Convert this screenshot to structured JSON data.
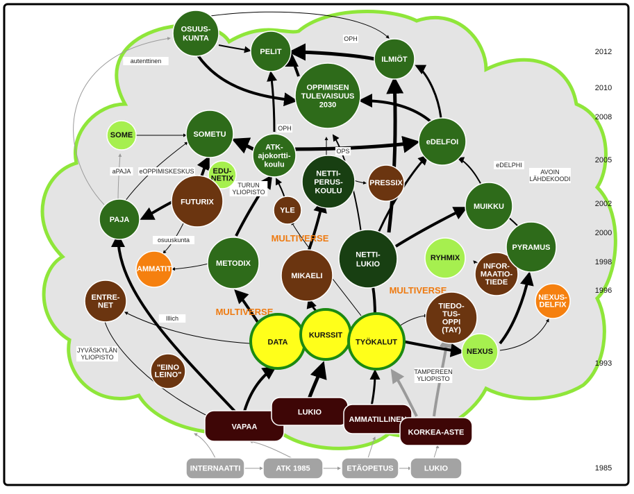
{
  "years": [
    "2012",
    "2010",
    "2008",
    "2005",
    "2002",
    "2000",
    "1998",
    "1996",
    "1993",
    "1985"
  ],
  "region_labels": [
    "MULTIVERSE",
    "MULTIVERSE",
    "MULTIVERSE"
  ],
  "nodes": {
    "osuuskunta": "OSUUS-|KUNTA",
    "pelit": "PELIT",
    "ilmiot": "ILMIÖT",
    "oppimisen": "OPPIMISEN|TULEVAISUUS|2030",
    "some": "SOME",
    "sometu": "SOMETU",
    "atk": "ATK-|ajokortti-|koulu",
    "edunetix": "EDU-|NETIX",
    "nettiperus": "NETTI-|PERUS-|KOULU",
    "pressix": "PRESSIX",
    "edelfoi": "eDELFOI",
    "paja": "PAJA",
    "futurix": "FUTURIX",
    "yle": "YLE",
    "muikku": "MUIKKU",
    "metodix": "METODIX",
    "ammatit": "AMMATIT",
    "mikaeli": "MIKAELI",
    "nettilukio": "NETTI-|LUKIO",
    "ryhmix": "RYHMIX",
    "informaatio": "INFOR-|MAATIO-|TIEDE",
    "pyramus": "PYRAMUS",
    "entrenet": "ENTRE-|NET",
    "nexusdelfix": "NEXUS-|DELFIX",
    "tiedotus": "TIEDO-|TUS-|OPPI|(TAY)",
    "data": "DATA",
    "kurssit": "KURSSIT",
    "tyokalut": "TYÖKALUT",
    "nexus": "NEXUS",
    "einoleino": "\"EINO|LEINO\"",
    "vapaa": "VAPAA",
    "lukio": "LUKIO",
    "ammatillinen": "AMMATILLINEN",
    "korkeaaste": "KORKEA-ASTE",
    "internaatti": "INTERNAATTI",
    "atk1985": "ATK 1985",
    "etaopetus": "ETÄOPETUS",
    "lukio1985": "LUKIO"
  },
  "edge_labels": {
    "autenttinen": "autenttinen",
    "oph1": "OPH",
    "oph2": "OPH",
    "ops": "OPS",
    "apaja": "aPAJA",
    "eoppimiskeskus": "eOPPIMISKESKUS",
    "turun": "TURUN|YLIOPISTO",
    "osuuskunta": "osuuskunta",
    "illich": "Illich",
    "edelphi": "eDELPHI",
    "avoin": "AVOIN|LÄHDEKOODI",
    "jyvaskylan": "JYVÄSKYLÄN|YLIOPISTO",
    "tampereen": "TAMPEREEN|YLIOPISTO"
  },
  "colors": {
    "cloud_fill": "#e4e4e4",
    "cloud_stroke": "#8fe63a",
    "green": "#2e6b1a",
    "dark_green": "#183f12",
    "light_green": "#a6ef4f",
    "brown": "#6b3510",
    "orange": "#f5800f",
    "yellow": "#ffff1a",
    "maroon": "#3e0606",
    "grey_pill": "#a3a3a3"
  }
}
